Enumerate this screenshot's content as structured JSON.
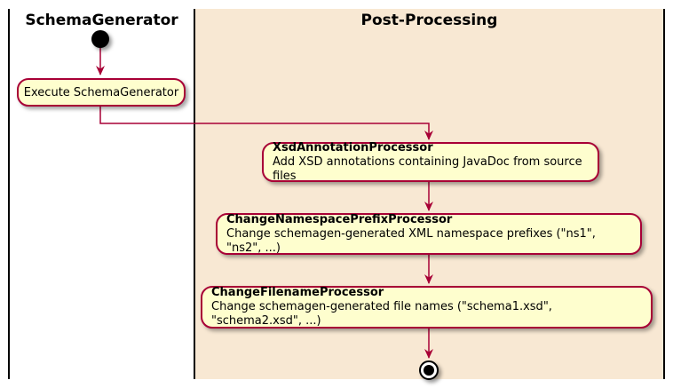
{
  "diagram": {
    "type": "uml-activity-diagram",
    "lanes": [
      {
        "title": "SchemaGenerator"
      },
      {
        "title": "Post-Processing"
      }
    ],
    "flow": {
      "start_node": "initial-state",
      "end_node": "final-state",
      "execute_activity": {
        "label": "Execute SchemaGenerator"
      },
      "processors": [
        {
          "title": "XsdAnnotationProcessor",
          "description": "Add XSD annotations containing JavaDoc from source files"
        },
        {
          "title": "ChangeNamespacePrefixProcessor",
          "description": "Change schemagen-generated XML namespace prefixes (\"ns1\", \"ns2\", ...)"
        },
        {
          "title": "ChangeFilenameProcessor",
          "description": "Change schemagen-generated file names (\"schema1.xsd\", \"schema2.xsd\", ...)"
        }
      ]
    },
    "colors": {
      "activity_fill": "#fefece",
      "activity_border": "#a80036",
      "arrow": "#a80036",
      "postprocessing_lane_bg": "#f8e8d3",
      "lane_border": "#000000",
      "text": "#000000"
    }
  }
}
